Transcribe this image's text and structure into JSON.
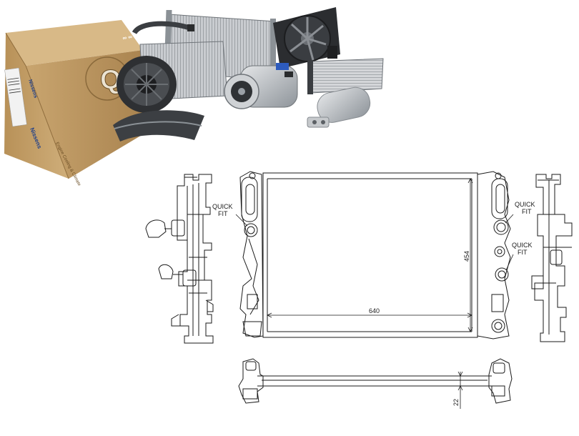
{
  "product_photo": {
    "box_brand": "Nissens",
    "box_tagline": "Engine Cooling & Climate",
    "box_emblem_letter": "Q"
  },
  "drawing": {
    "callouts": [
      {
        "line1": "QUICK",
        "line2": "FIT"
      },
      {
        "line1": "QUICK",
        "line2": "FIT"
      },
      {
        "line1": "QUICK",
        "line2": "FIT"
      }
    ],
    "dimensions": {
      "height": "454",
      "width": "640",
      "depth": "22"
    }
  },
  "colors": {
    "line": "#1a1a1a",
    "box_cardboard": "#b9935e",
    "metal": "#9aa0a6"
  }
}
